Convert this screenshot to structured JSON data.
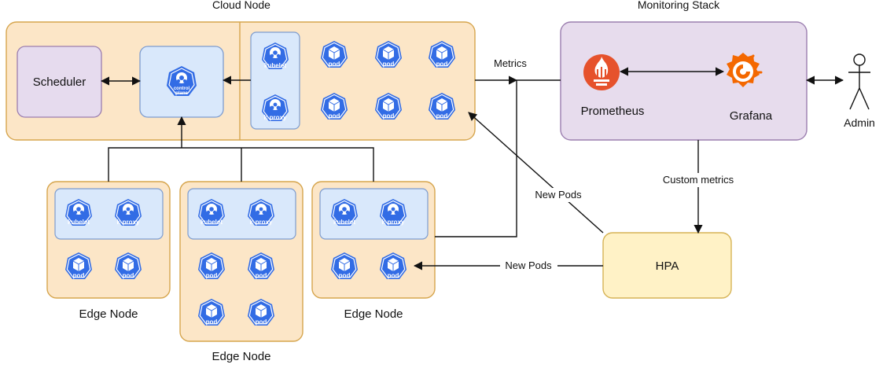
{
  "title": "Kubernetes Edge Cloud Monitoring Diagram",
  "sections": {
    "cloud_node": "Cloud Node",
    "monitoring_stack": "Monitoring Stack"
  },
  "nodes": {
    "scheduler": "Scheduler",
    "control_plane": "control plane",
    "prometheus": "Prometheus",
    "grafana": "Grafana",
    "admin": "Admin",
    "hpa": "HPA",
    "edge_node": "Edge Node"
  },
  "icons": {
    "kubelet": "kubelet",
    "k_proxy": "k-proxy",
    "pod": "pod"
  },
  "edge_labels": {
    "metrics": "Metrics",
    "new_pods": "New Pods",
    "custom_metrics": "Custom metrics"
  },
  "colors": {
    "node_fill": "#fce6c7",
    "node_stroke": "#d6a54d",
    "panel_fill": "#d9e8fb",
    "panel_stroke": "#7d9ccf",
    "monitor_fill": "#e7dced",
    "monitor_stroke": "#9b7eaf",
    "scheduler_fill": "#e6dbee",
    "k8s_blue": "#326ce5",
    "prometheus_orange": "#e6522c",
    "grafana_orange": "#f46800",
    "hpa_fill": "#fff2c6",
    "hpa_stroke": "#d6b356"
  }
}
